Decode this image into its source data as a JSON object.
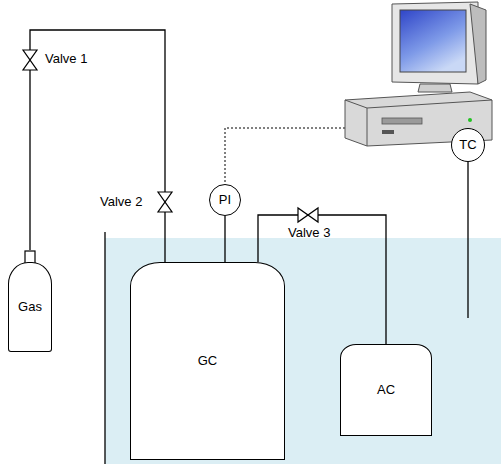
{
  "diagram": {
    "nodes": [
      {
        "text": [
          "Gas"
        ]
      },
      {
        "text": [
          "PI"
        ]
      },
      {
        "text": [
          "GC"
        ]
      },
      {
        "text": [
          "AC"
        ]
      },
      {
        "text": [
          "TC"
        ]
      }
    ],
    "edges": [
      {
        "from": 0,
        "to": 2,
        "arrow": "none"
      },
      {
        "from": 2,
        "to": 1,
        "arrow": "none"
      },
      {
        "from": 2,
        "to": 3,
        "arrow": "none"
      }
    ],
    "labels": [
      "Valve 1",
      "Valve 2",
      "Valve 3"
    ]
  }
}
